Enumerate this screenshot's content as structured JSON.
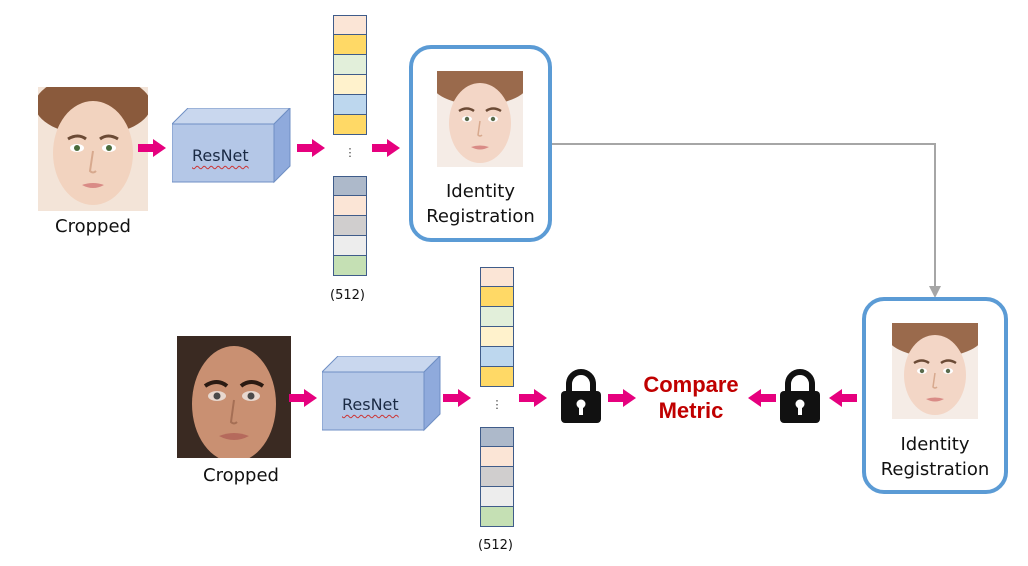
{
  "labels": {
    "cropped": "Cropped",
    "resnet": "ResNet",
    "identity_line1": "Identity",
    "identity_line2": "Registration",
    "dims": "(512)",
    "compare_line1": "Compare",
    "compare_line2": "Metric",
    "ellipsis": "⋮"
  },
  "colors": {
    "arrow": "#e6007e",
    "id_border": "#5b9bd5",
    "compare_text": "#c00000",
    "connector": "#a6a6a6",
    "resnet_front": "#b4c7e7",
    "resnet_top": "#c9d7ee",
    "resnet_side": "#8faadc"
  },
  "vector_top_colors": [
    "#fbe5d6",
    "#ffd966",
    "#e2efda",
    "#fff2cc",
    "#bdd7ee",
    "#ffd966"
  ],
  "vector_bottom_colors": [
    "#adb9ca",
    "#fbe5d6",
    "#d0cece",
    "#ededed",
    "#c5e0b4"
  ],
  "icons": {
    "lock": "lock-icon",
    "face": "face-image"
  }
}
